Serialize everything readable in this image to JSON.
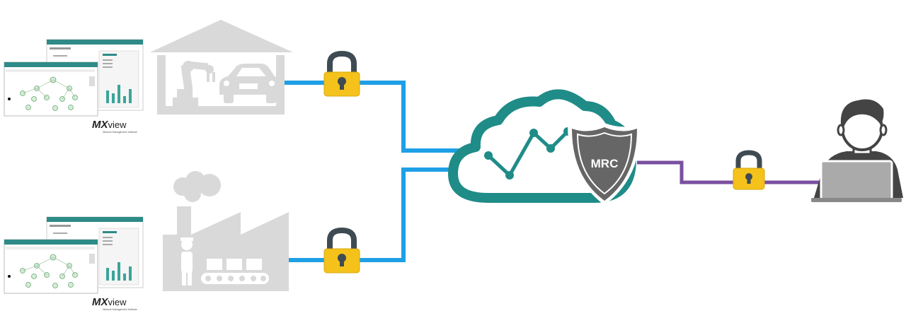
{
  "colors": {
    "background": "#ffffff",
    "link_blue": "#1e9fe6",
    "link_purple": "#7a4fa0",
    "cloud_teal": "#1f8c88",
    "shield_gray": "#666666",
    "building_gray": "#d9d9d9",
    "lock_yellow": "#f4c21b",
    "lock_shackle": "#3f4b52",
    "user_dark": "#444444",
    "laptop_gray": "#aaaaaa",
    "screen_green": "#3aa59a"
  },
  "shield": {
    "label": "MRC",
    "icon": "shield-icon"
  },
  "cloud": {
    "icon": "cloud-icon"
  },
  "mxview_top": {
    "logo_mx": "MX",
    "logo_view": "view",
    "tagline": "Network Management Software"
  },
  "mxview_bottom": {
    "logo_mx": "MX",
    "logo_view": "view",
    "tagline": "Network Management Software"
  },
  "sites": [
    {
      "icon": "warehouse-robot-car-icon"
    },
    {
      "icon": "factory-worker-conveyor-icon"
    }
  ],
  "locks": [
    {
      "icon": "padlock-icon"
    },
    {
      "icon": "padlock-icon"
    },
    {
      "icon": "padlock-icon"
    }
  ],
  "user": {
    "icon": "user-laptop-icon"
  }
}
